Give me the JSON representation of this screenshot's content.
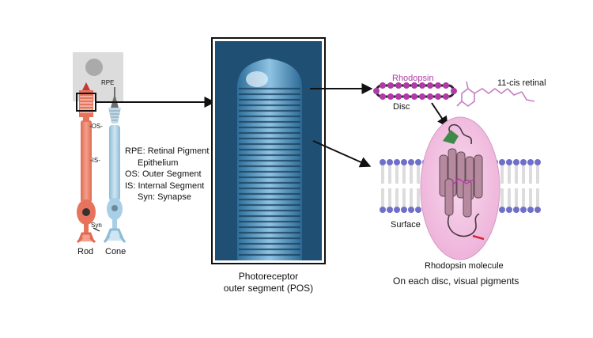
{
  "cell_diagram": {
    "rpe_label": "RPE",
    "os_label": "-OS-",
    "is_label": "-IS-",
    "syn_label": "Syn",
    "rod_label": "Rod",
    "cone_label": "Cone"
  },
  "legend": {
    "line1": "RPE: Retinal Pigment",
    "line2": "Epithelium",
    "line3": "OS: Outer Segment",
    "line4": "IS: Internal Segment",
    "line5": "Syn: Synapse"
  },
  "pos_panel": {
    "caption_line1": "Photoreceptor",
    "caption_line2": "outer segment (POS)"
  },
  "disc_panel": {
    "rhodopsin_label": "Rhodopsin",
    "disc_label": "Disc",
    "retinal_label": "11-cis retinal"
  },
  "membrane_panel": {
    "surface_label": "Surface",
    "molecule_label": "Rhodopsin molecule",
    "caption": "On each disc, visual pigments"
  },
  "colors": {
    "rod": "#ef8c76",
    "cone": "#a9cfe6",
    "rhodopsin": "#b03aa8",
    "membrane_head": "#6f6fc9",
    "molecule_bg": "#f3c6e4"
  }
}
